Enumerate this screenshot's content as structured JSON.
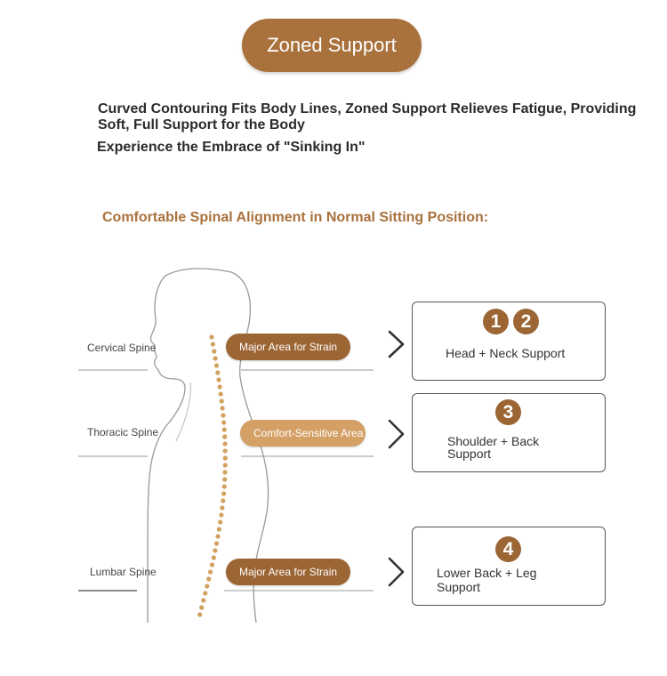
{
  "header": {
    "title": "Zoned Support"
  },
  "intro": {
    "line1": "Curved Contouring Fits Body Lines, Zoned Support Relieves Fatigue, Providing Soft, Full Support for the Body",
    "line2": "Experience the Embrace of \"Sinking In\""
  },
  "section": {
    "heading": "Comfortable Spinal Alignment in Normal Sitting Position:"
  },
  "rows": [
    {
      "spine_label": "Cervical Spine",
      "area_label": "Major Area for Strain",
      "badges": [
        "1",
        "2"
      ],
      "support": "Head + Neck Support"
    },
    {
      "spine_label": "Thoracic Spine",
      "area_label": "Comfort-Sensitive Area",
      "badges": [
        "3"
      ],
      "support_line1": "Shoulder + Back",
      "support_line2": "Support"
    },
    {
      "spine_label": "Lumbar Spine",
      "area_label": "Major Area for Strain",
      "badges": [
        "4"
      ],
      "support_line1": "Lower Back + Leg",
      "support_line2": "Support"
    }
  ],
  "colors": {
    "accent_brown": "#a9713c",
    "dark_brown": "#9c6534",
    "light_brown": "#d4a066",
    "spine_dots": "#d2a15f"
  },
  "icons": [
    "chevron-right-icon",
    "body-silhouette",
    "spine-dots"
  ]
}
